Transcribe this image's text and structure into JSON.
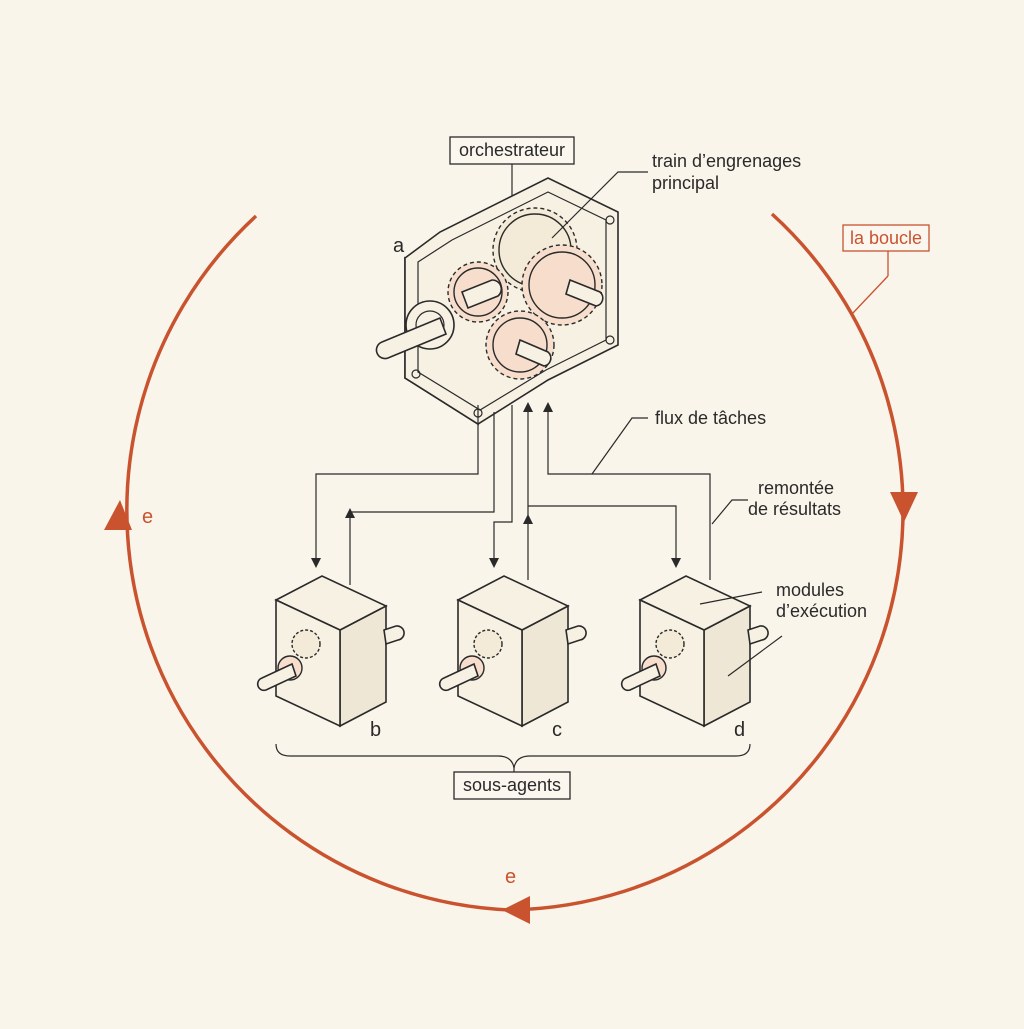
{
  "labels": {
    "orchestrator": "orchestrateur",
    "main_gear_train_line1": "train d’engrenages",
    "main_gear_train_line2": "principal",
    "loop": "la boucle",
    "task_flow": "flux de tâches",
    "results_line1": "remontée",
    "results_line2": "de résultats",
    "modules_line1": "modules",
    "modules_line2": "d’exécution",
    "sub_agents": "sous-agents"
  },
  "letters": {
    "a": "a",
    "b": "b",
    "c": "c",
    "d": "d",
    "e_left": "e",
    "e_bottom": "e"
  },
  "colors": {
    "background": "#faf5ea",
    "ink": "#2a2a2a",
    "loop_accent": "#c9532f",
    "gear_highlight": "#f7ddcc"
  }
}
